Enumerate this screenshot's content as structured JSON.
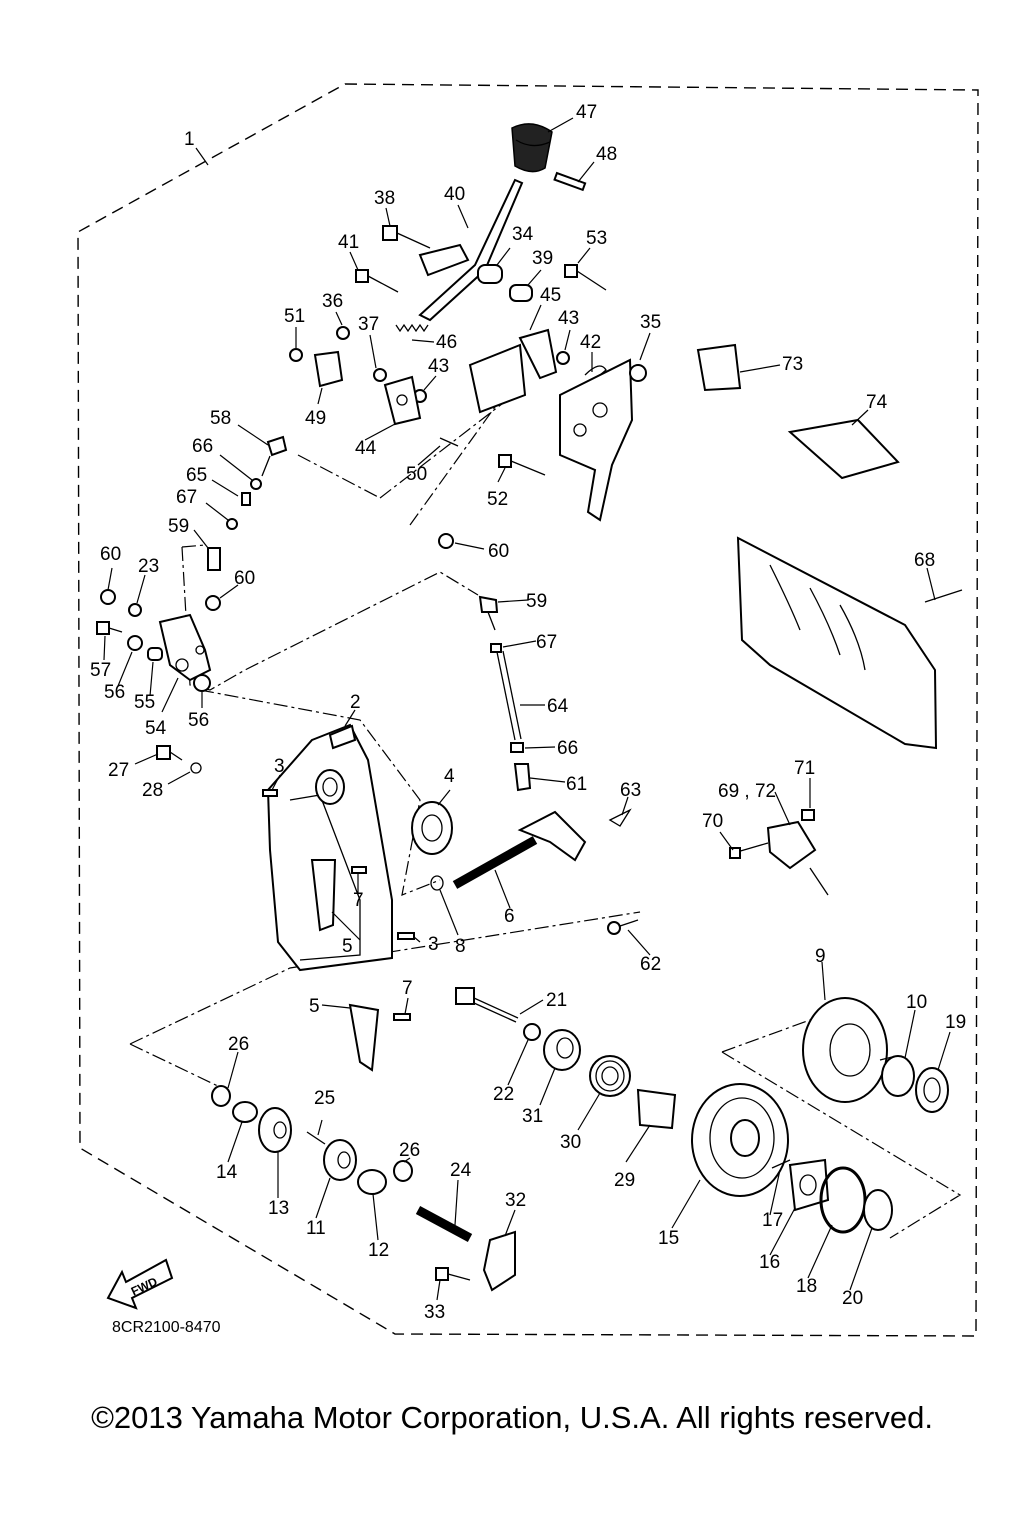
{
  "diagram_code": "8CR2100-8470",
  "fwd_label": "FWD",
  "copyright": "©2013 Yamaha Motor Corporation, U.S.A. All rights reserved.",
  "callouts": [
    {
      "id": "c1",
      "text": "1"
    },
    {
      "id": "c2",
      "text": "2"
    },
    {
      "id": "c3a",
      "text": "3"
    },
    {
      "id": "c3b",
      "text": "3"
    },
    {
      "id": "c4",
      "text": "4"
    },
    {
      "id": "c5a",
      "text": "5"
    },
    {
      "id": "c5b",
      "text": "5"
    },
    {
      "id": "c6",
      "text": "6"
    },
    {
      "id": "c7a",
      "text": "7"
    },
    {
      "id": "c7b",
      "text": "7"
    },
    {
      "id": "c8",
      "text": "8"
    },
    {
      "id": "c9",
      "text": "9"
    },
    {
      "id": "c10",
      "text": "10"
    },
    {
      "id": "c11",
      "text": "11"
    },
    {
      "id": "c12",
      "text": "12"
    },
    {
      "id": "c13",
      "text": "13"
    },
    {
      "id": "c14",
      "text": "14"
    },
    {
      "id": "c15",
      "text": "15"
    },
    {
      "id": "c16",
      "text": "16"
    },
    {
      "id": "c17",
      "text": "17"
    },
    {
      "id": "c18",
      "text": "18"
    },
    {
      "id": "c19",
      "text": "19"
    },
    {
      "id": "c20",
      "text": "20"
    },
    {
      "id": "c21",
      "text": "21"
    },
    {
      "id": "c22",
      "text": "22"
    },
    {
      "id": "c23",
      "text": "23"
    },
    {
      "id": "c24",
      "text": "24"
    },
    {
      "id": "c25",
      "text": "25"
    },
    {
      "id": "c26a",
      "text": "26"
    },
    {
      "id": "c26b",
      "text": "26"
    },
    {
      "id": "c27",
      "text": "27"
    },
    {
      "id": "c28",
      "text": "28"
    },
    {
      "id": "c29",
      "text": "29"
    },
    {
      "id": "c30",
      "text": "30"
    },
    {
      "id": "c31",
      "text": "31"
    },
    {
      "id": "c32",
      "text": "32"
    },
    {
      "id": "c33",
      "text": "33"
    },
    {
      "id": "c34",
      "text": "34"
    },
    {
      "id": "c35",
      "text": "35"
    },
    {
      "id": "c36",
      "text": "36"
    },
    {
      "id": "c37",
      "text": "37"
    },
    {
      "id": "c38",
      "text": "38"
    },
    {
      "id": "c39",
      "text": "39"
    },
    {
      "id": "c40",
      "text": "40"
    },
    {
      "id": "c41",
      "text": "41"
    },
    {
      "id": "c42",
      "text": "42"
    },
    {
      "id": "c43a",
      "text": "43"
    },
    {
      "id": "c43b",
      "text": "43"
    },
    {
      "id": "c44",
      "text": "44"
    },
    {
      "id": "c45",
      "text": "45"
    },
    {
      "id": "c46",
      "text": "46"
    },
    {
      "id": "c47",
      "text": "47"
    },
    {
      "id": "c48",
      "text": "48"
    },
    {
      "id": "c49",
      "text": "49"
    },
    {
      "id": "c50",
      "text": "50"
    },
    {
      "id": "c51",
      "text": "51"
    },
    {
      "id": "c52",
      "text": "52"
    },
    {
      "id": "c53",
      "text": "53"
    },
    {
      "id": "c54",
      "text": "54"
    },
    {
      "id": "c55",
      "text": "55"
    },
    {
      "id": "c56a",
      "text": "56"
    },
    {
      "id": "c56b",
      "text": "56"
    },
    {
      "id": "c57",
      "text": "57"
    },
    {
      "id": "c58",
      "text": "58"
    },
    {
      "id": "c59a",
      "text": "59"
    },
    {
      "id": "c59b",
      "text": "59"
    },
    {
      "id": "c60a",
      "text": "60"
    },
    {
      "id": "c60b",
      "text": "60"
    },
    {
      "id": "c60c",
      "text": "60"
    },
    {
      "id": "c61",
      "text": "61"
    },
    {
      "id": "c62",
      "text": "62"
    },
    {
      "id": "c63",
      "text": "63"
    },
    {
      "id": "c64",
      "text": "64"
    },
    {
      "id": "c65",
      "text": "65"
    },
    {
      "id": "c66a",
      "text": "66"
    },
    {
      "id": "c66b",
      "text": "66"
    },
    {
      "id": "c67a",
      "text": "67"
    },
    {
      "id": "c67b",
      "text": "67"
    },
    {
      "id": "c68",
      "text": "68"
    },
    {
      "id": "c69",
      "text": "69 , 72"
    },
    {
      "id": "c70",
      "text": "70"
    },
    {
      "id": "c71",
      "text": "71"
    },
    {
      "id": "c73",
      "text": "73"
    },
    {
      "id": "c74",
      "text": "74"
    }
  ]
}
